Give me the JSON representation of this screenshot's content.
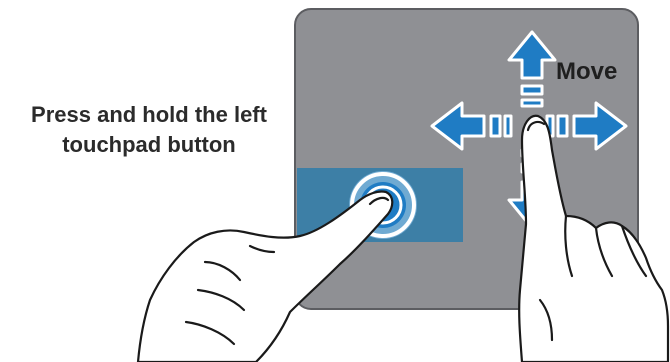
{
  "instruction": {
    "line1": "Press and hold the left",
    "line2": "touchpad button"
  },
  "gesture": {
    "label": "Move"
  },
  "colors": {
    "touchpad": "#8f9094",
    "touchpad_border": "#5c5d61",
    "left_button": "#3d7fa6",
    "arrow_fill": "#1f7cc4",
    "arrow_outline": "#ffffff",
    "press_ring": "#1f7cc4",
    "hand_outline": "#1a1a1a",
    "hand_fill": "#ffffff",
    "text": "#2b2b2b"
  },
  "icons": {
    "press": "press-ring-icon",
    "move": "four-way-arrow-icon"
  }
}
